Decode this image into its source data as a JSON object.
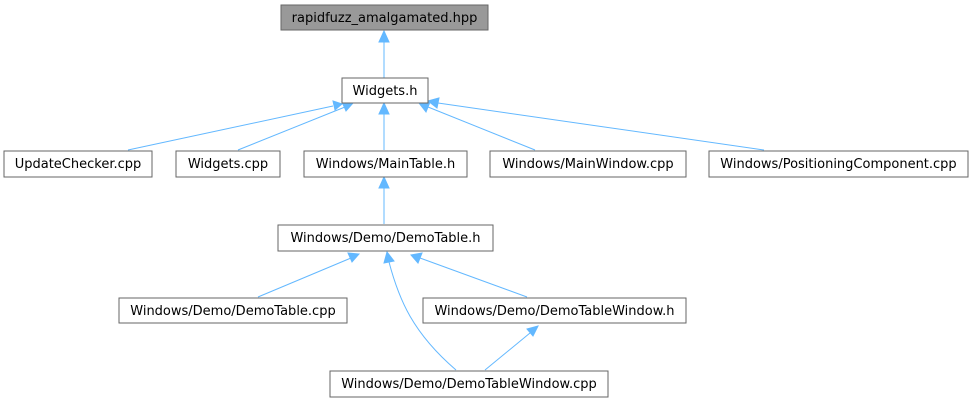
{
  "diagram": {
    "nodes": {
      "rapidfuzz": "rapidfuzz_amalgamated.hpp",
      "widgets_h": "Widgets.h",
      "update_checker": "UpdateChecker.cpp",
      "widgets_cpp": "Widgets.cpp",
      "main_table_h": "Windows/MainTable.h",
      "main_window_cpp": "Windows/MainWindow.cpp",
      "positioning_cpp": "Windows/PositioningComponent.cpp",
      "demo_table_h": "Windows/Demo/DemoTable.h",
      "demo_table_cpp": "Windows/Demo/DemoTable.cpp",
      "demo_table_window_h": "Windows/Demo/DemoTableWindow.h",
      "demo_table_window_cpp": "Windows/Demo/DemoTableWindow.cpp"
    },
    "colors": {
      "edge": "#63b8ff",
      "root_fill": "#999999",
      "node_border": "#666666",
      "node_fill": "#ffffff"
    }
  }
}
